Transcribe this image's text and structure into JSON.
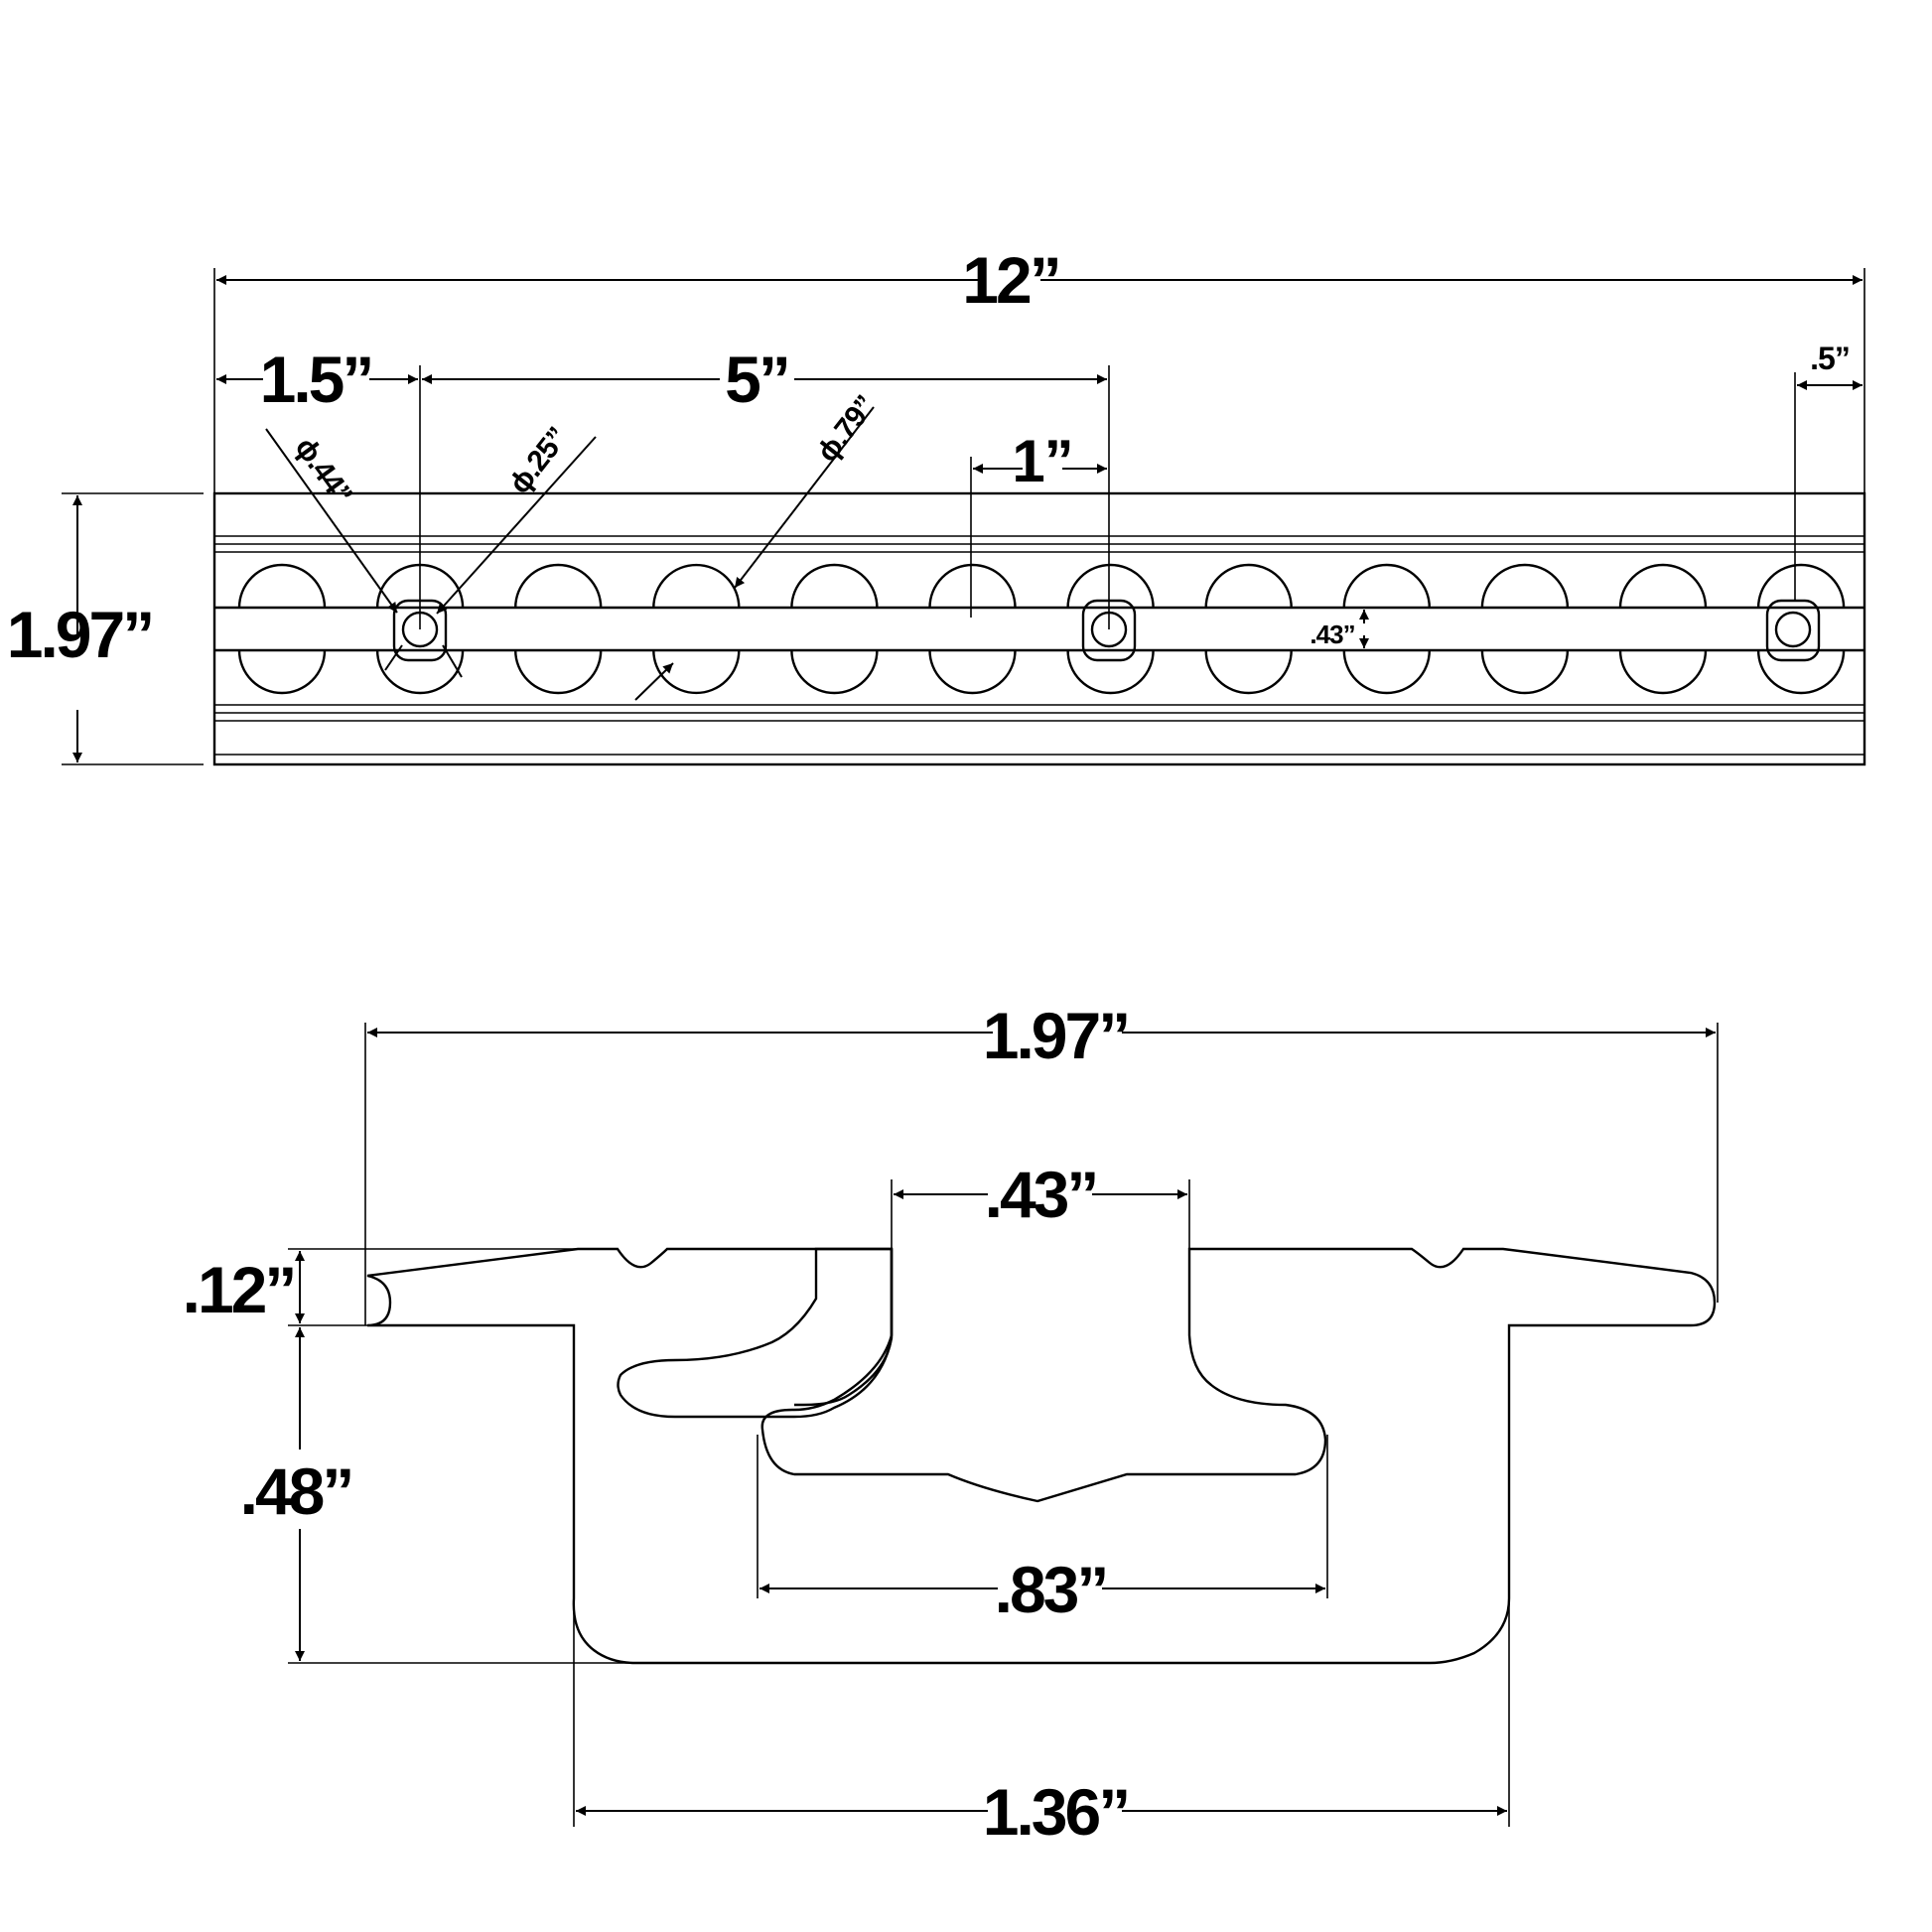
{
  "rail_top_view": {
    "overall_length": "12”",
    "end_offset": "1.5”",
    "hole_spacing": "5”",
    "pocket_pitch": "1”",
    "right_end_offset": ".5”",
    "width": "1.97”",
    "slot_width": ".43”",
    "dia_outer": "ϕ.44”",
    "dia_hole": "ϕ.25”",
    "dia_pocket": "ϕ.79”"
  },
  "rail_section_view": {
    "overall_width": "1.97”",
    "slot_opening": ".43”",
    "flange_thickness": ".12”",
    "body_height": ".48”",
    "inner_channel_width": ".83”",
    "base_width": "1.36”"
  }
}
